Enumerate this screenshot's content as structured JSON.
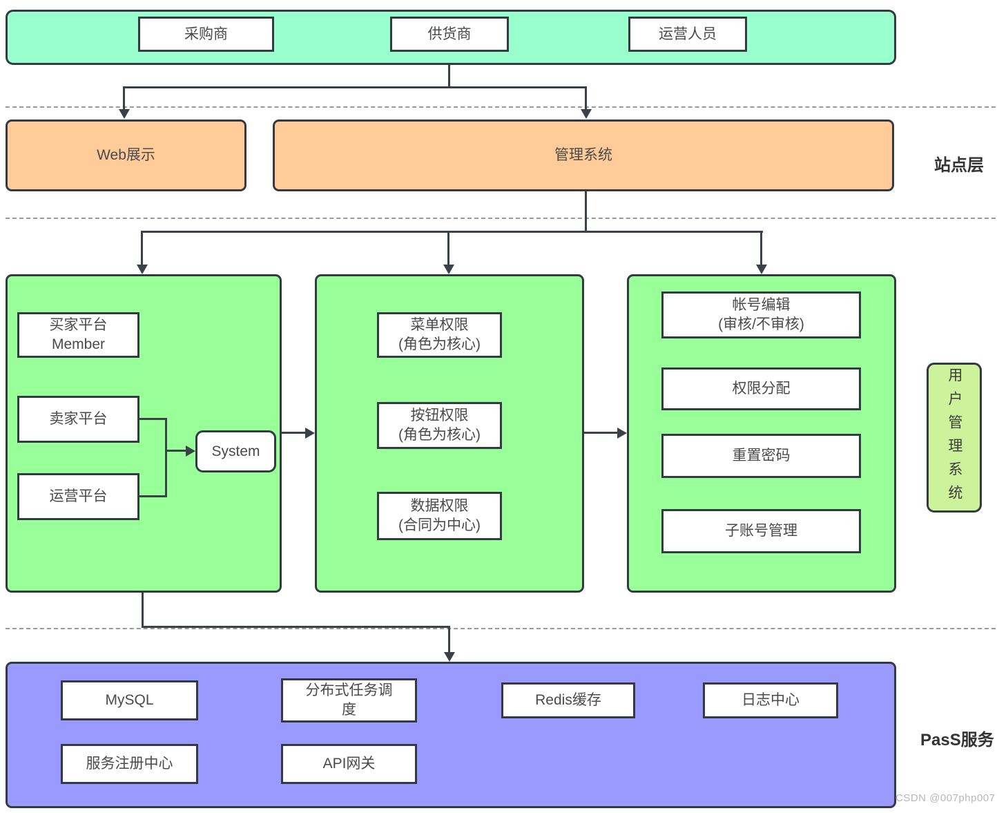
{
  "colors": {
    "actor_layer_bg": "#99ffcc",
    "site_layer_bg": "#ffcc99",
    "user_mgmt_bg": "#99ff99",
    "paas_bg": "#9999ff",
    "side_tag_bg": "#ccf29b",
    "border": "#333a44",
    "connector": "#3a4149",
    "dashed_divider": "#999999",
    "watermark_text": "#b6b6bf"
  },
  "actors": {
    "purchaser": "采购商",
    "supplier": "供货商",
    "operator": "运营人员"
  },
  "site_layer": {
    "layer_label": "站点层",
    "web_display": "Web展示",
    "management_system": "管理系统"
  },
  "user_mgmt": {
    "side_label": "用户管理系统",
    "platform_group": {
      "buyer_line1": "买家平台",
      "buyer_line2": "Member",
      "seller": "卖家平台",
      "operation": "运营平台",
      "system": "System"
    },
    "permission_group": {
      "menu_line1": "菜单权限",
      "menu_line2": "(角色为核心)",
      "button_line1": "按钮权限",
      "button_line2": "(角色为核心)",
      "data_line1": "数据权限",
      "data_line2": "(合同为中心)"
    },
    "account_group": {
      "edit_line1": "帐号编辑",
      "edit_line2": "(审核/不审核)",
      "assign": "权限分配",
      "reset": "重置密码",
      "sub_account": "子账号管理"
    }
  },
  "paas_layer": {
    "layer_label": "PasS服务",
    "mysql": "MySQL",
    "task_scheduler": "分布式任务调度",
    "redis": "Redis缓存",
    "log_center": "日志中心",
    "service_registry": "服务注册中心",
    "api_gateway": "API网关"
  },
  "watermark": "CSDN @007php007"
}
